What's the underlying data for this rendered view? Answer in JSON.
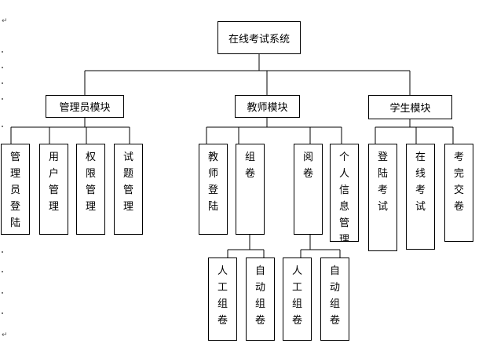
{
  "diagram": {
    "root": "在线考试系统",
    "modules": {
      "admin": {
        "label": "管理员模块",
        "children": [
          "管理员登陆",
          "用户管理",
          "权限管理",
          "试题管理"
        ]
      },
      "teacher": {
        "label": "教师模块",
        "children": [
          "教师登陆",
          "组卷",
          "阅卷",
          "个人信息管理"
        ],
        "zujuan_children": [
          "人工组卷",
          "自动组卷"
        ],
        "yuejuan_children": [
          "人工组卷",
          "自动组卷"
        ]
      },
      "student": {
        "label": "学生模块",
        "children": [
          "登陆考试",
          "在线考试",
          "考完交卷"
        ]
      }
    },
    "paragraph_mark": "↵",
    "colors": {
      "line": "#000000",
      "box_border": "#000000",
      "background": "#ffffff",
      "text": "#000000"
    }
  }
}
